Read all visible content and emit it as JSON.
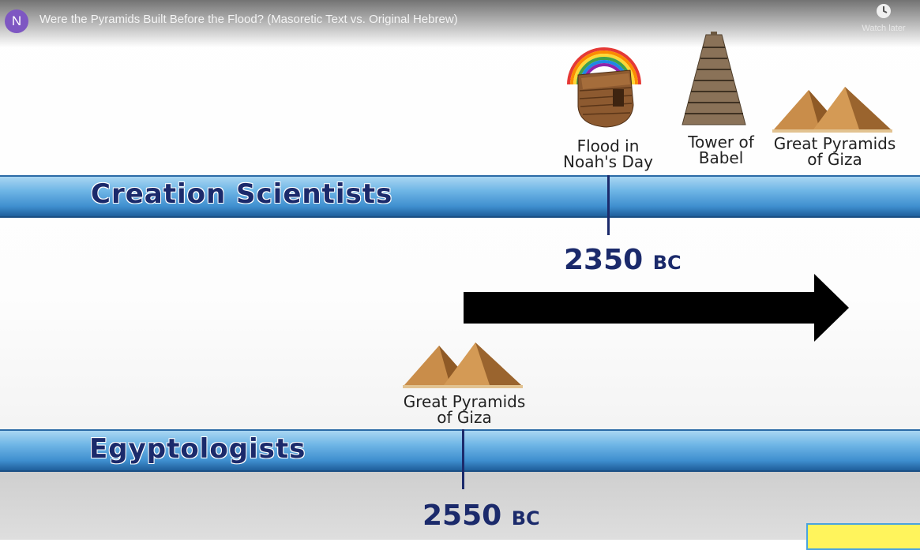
{
  "video": {
    "channel_initial": "N",
    "title": "Were the Pyramids Built Before the Flood? (Masoretic Text vs. Original Hebrew)",
    "watch_later_label": "Watch later",
    "watch_later_icon": "clock-icon"
  },
  "timeline": {
    "top_band_label": "Creation Scientists",
    "bottom_band_label": "Egyptologists",
    "top_year": "2350",
    "top_year_era": "BC",
    "bottom_year": "2550",
    "bottom_year_era": "BC",
    "top_events": [
      {
        "line1": "Flood in",
        "line2": "Noah's Day",
        "icon": "ark-rainbow-icon"
      },
      {
        "line1": "Tower of",
        "line2": "Babel",
        "icon": "tower-icon"
      },
      {
        "line1": "Great Pyramids",
        "line2": "of Giza",
        "icon": "pyramids-icon"
      }
    ],
    "bottom_event": {
      "line1": "Great Pyramids",
      "line2": "of Giza",
      "icon": "pyramids-icon"
    }
  },
  "colors": {
    "band_blue": "#3f8fcf",
    "label_navy": "#1b2a6b",
    "avatar_purple": "#7e57c2",
    "note_yellow": "#fff45c"
  }
}
